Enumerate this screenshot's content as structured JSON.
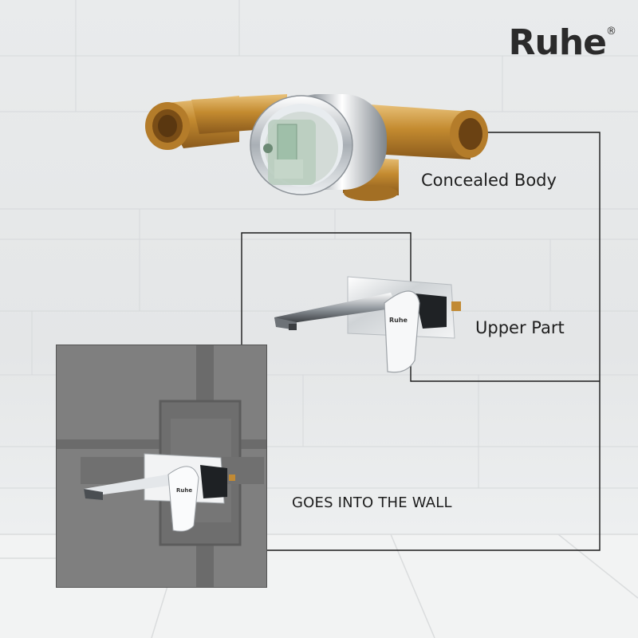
{
  "brand": {
    "logo_text": "Ruhe",
    "registered_mark": "®"
  },
  "labels": {
    "concealed_body": "Concealed Body",
    "upper_part": "Upper Part",
    "goes_into_wall": "GOES INTO THE WALL"
  },
  "faucet_brand_mark": "Ruhe",
  "colors": {
    "line": "#1a1a1a",
    "brass": "#c9953c",
    "chrome": "#d9dcdf",
    "wall_photo": "#7b7b7b"
  }
}
